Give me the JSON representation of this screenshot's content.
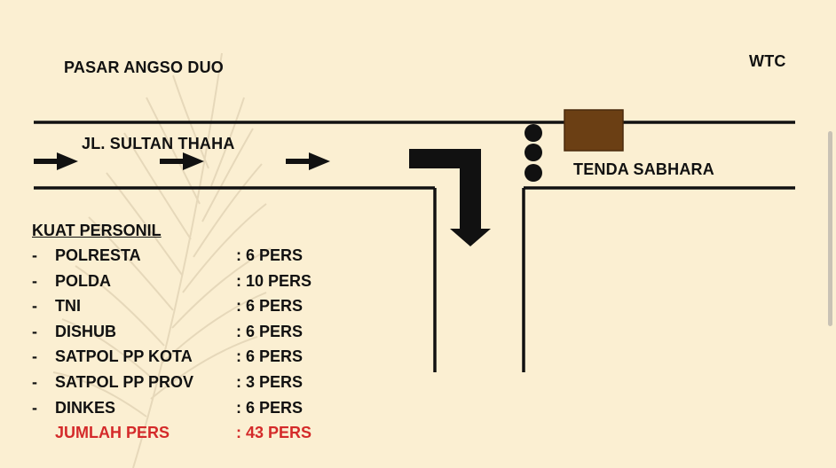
{
  "labels": {
    "pasar": "PASAR ANGSO DUO",
    "wtc": "WTC",
    "road": "JL. SULTAN THAHA",
    "tent": "TENDA SABHARA"
  },
  "personnel": {
    "title": "KUAT PERSONIL",
    "rows": [
      {
        "dash": "-",
        "name": "POLRESTA",
        "value": ": 6 PERS"
      },
      {
        "dash": "-",
        "name": "POLDA",
        "value": ": 10 PERS"
      },
      {
        "dash": "-",
        "name": "TNI",
        "value": ": 6 PERS"
      },
      {
        "dash": "-",
        "name": "DISHUB",
        "value": ": 6 PERS"
      },
      {
        "dash": "-",
        "name": "SATPOL PP KOTA",
        "value": ": 6 PERS"
      },
      {
        "dash": "-",
        "name": "SATPOL PP PROV",
        "value": ": 3 PERS"
      },
      {
        "dash": "-",
        "name": "DINKES",
        "value": ": 6 PERS"
      }
    ],
    "total": {
      "name": "JUMLAH PERS",
      "value": ": 43 PERS"
    }
  },
  "colors": {
    "background": "#fbefd2",
    "road_lines": "#111111",
    "tent": "#6b3f14",
    "total_text": "#d42a2a",
    "feather": "#e3d5b6"
  }
}
